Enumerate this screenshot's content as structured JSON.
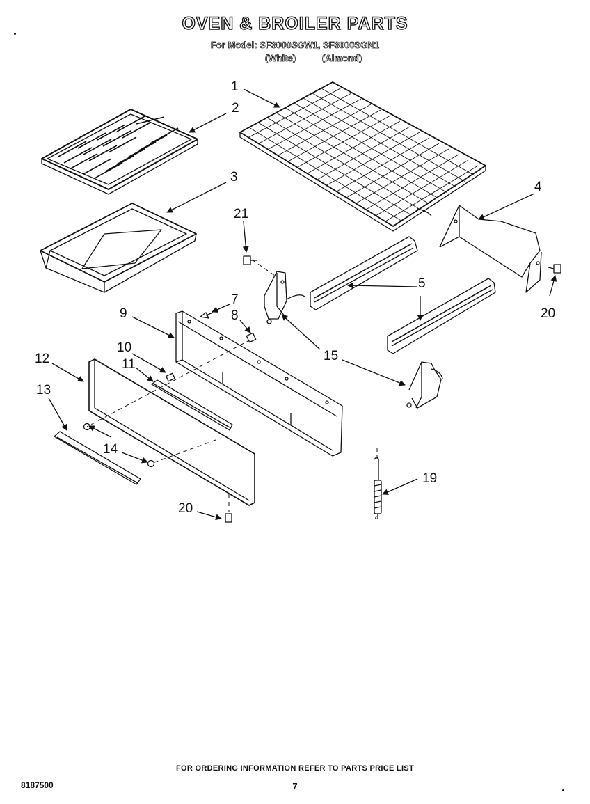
{
  "header": {
    "title": "OVEN & BROILER PARTS",
    "model_line": "For Model: SF3000SGW1, SF3000SGN1",
    "variant_white": "(White)",
    "variant_almond": "(Almond)"
  },
  "callouts": {
    "c1": "1",
    "c2": "2",
    "c3": "3",
    "c4": "4",
    "c5": "5",
    "c7": "7",
    "c8": "8",
    "c9": "9",
    "c10": "10",
    "c11": "11",
    "c12": "12",
    "c13": "13",
    "c14": "14",
    "c15": "15",
    "c19": "19",
    "c20a": "20",
    "c20b": "20",
    "c21": "21"
  },
  "footer": {
    "ordering_note": "FOR ORDERING INFORMATION REFER TO PARTS PRICE LIST",
    "document_number": "8187500",
    "page_number": "7"
  }
}
